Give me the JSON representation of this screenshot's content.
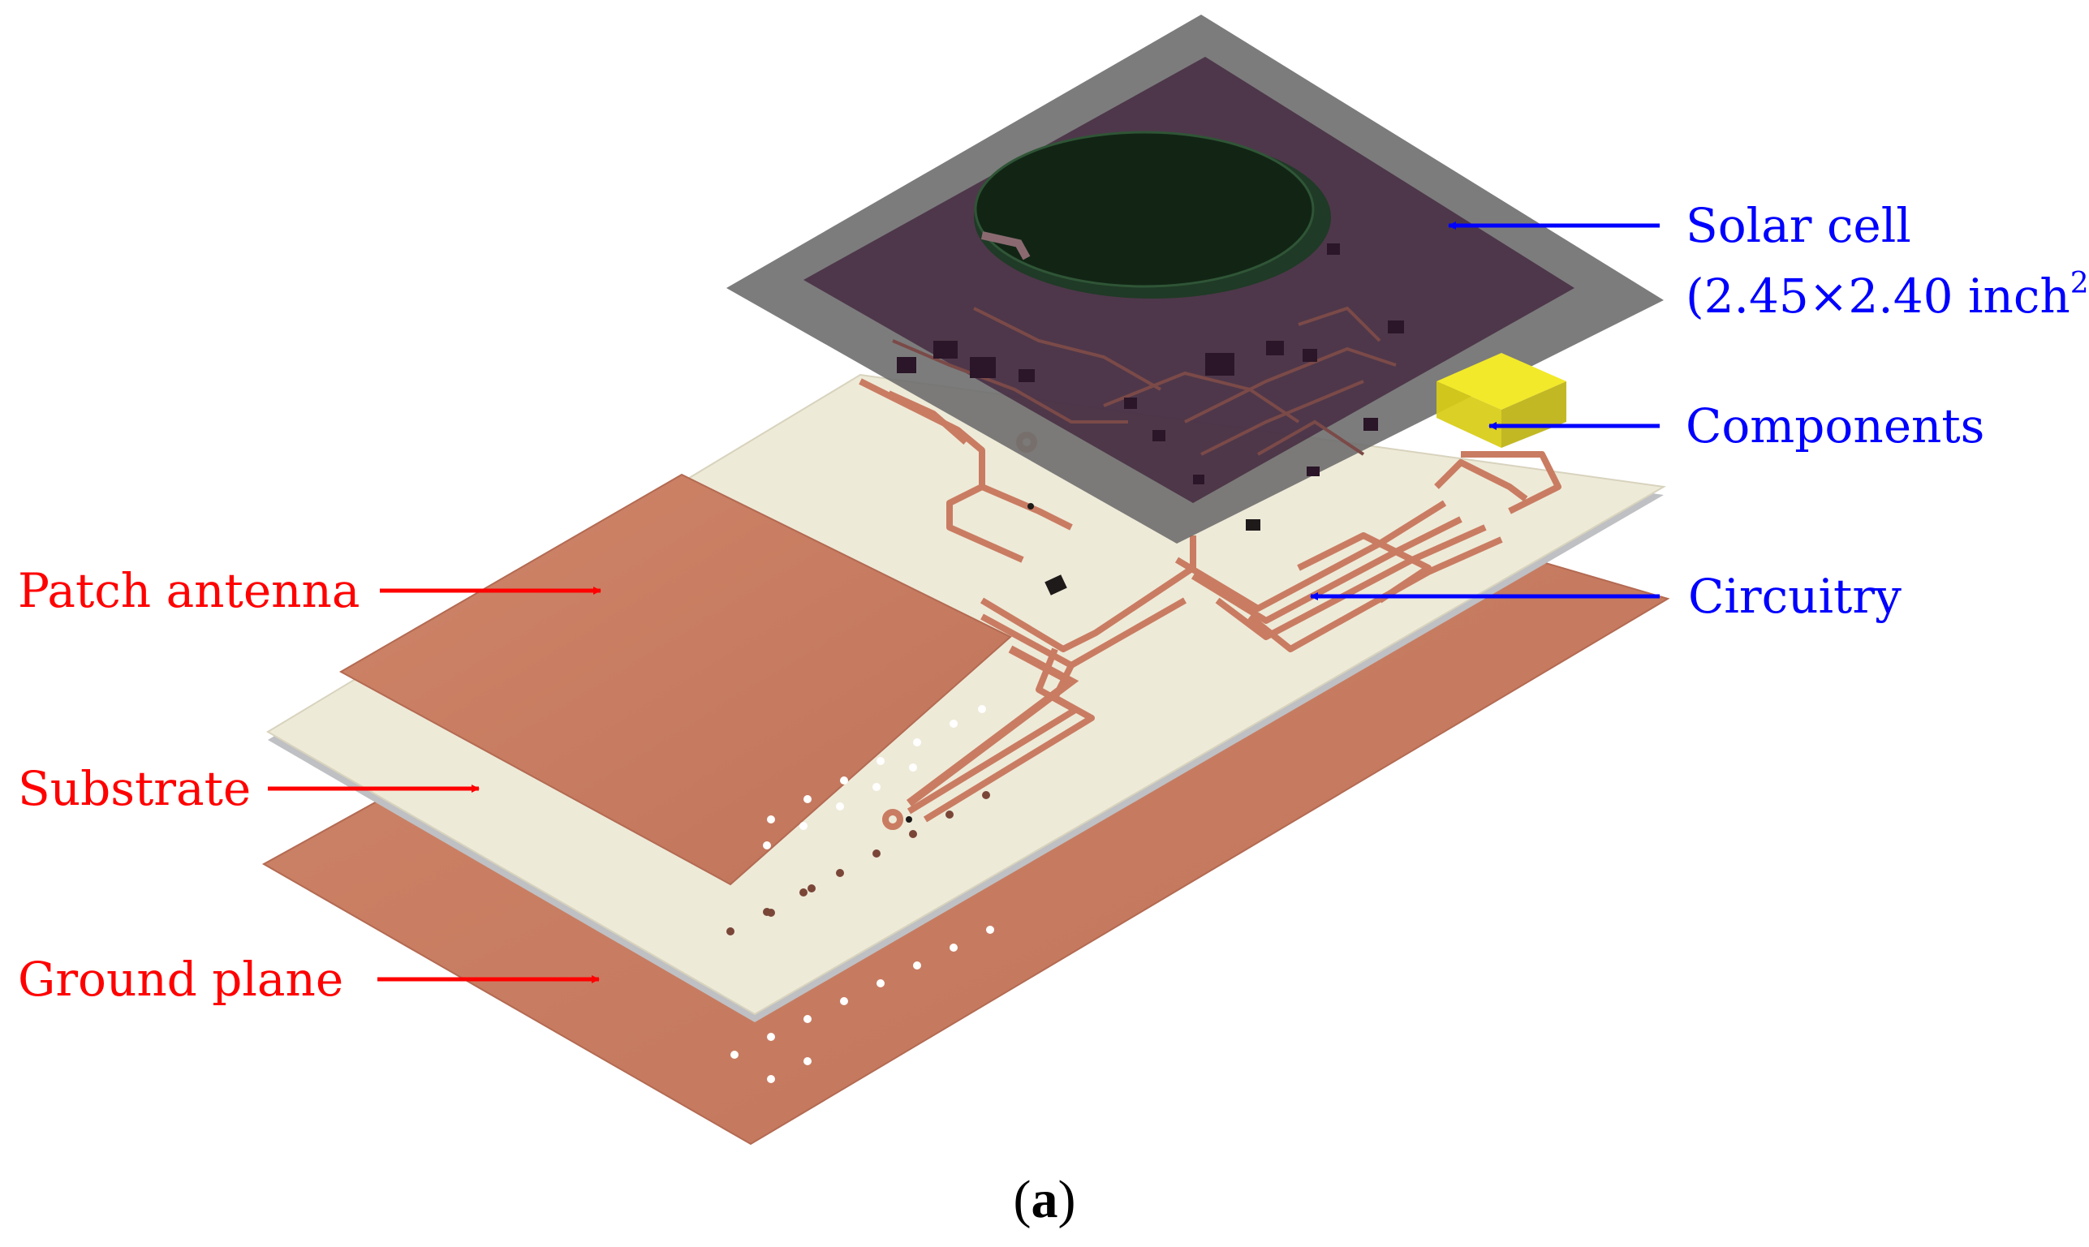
{
  "labels": {
    "solar_cell_line1": "Solar cell",
    "solar_cell_line2_prefix": "(2.45×2.40 inch",
    "solar_cell_line2_sup": "2",
    "solar_cell_line2_suffix": ")",
    "components": "Components",
    "circuitry": "Circuitry",
    "patch_antenna": "Patch antenna",
    "substrate": "Substrate",
    "ground_plane": "Ground plane"
  },
  "caption": {
    "open": "(",
    "letter": "a",
    "close": ")"
  },
  "colors": {
    "left_label_color": "#ff0000",
    "right_label_color": "#0000ff",
    "copper": "#c97c62",
    "substrate": "#eeead8",
    "solar_frame": "#6e6e6e",
    "solar_cell": "#4a3145",
    "components_yellow": "#e8df12"
  }
}
